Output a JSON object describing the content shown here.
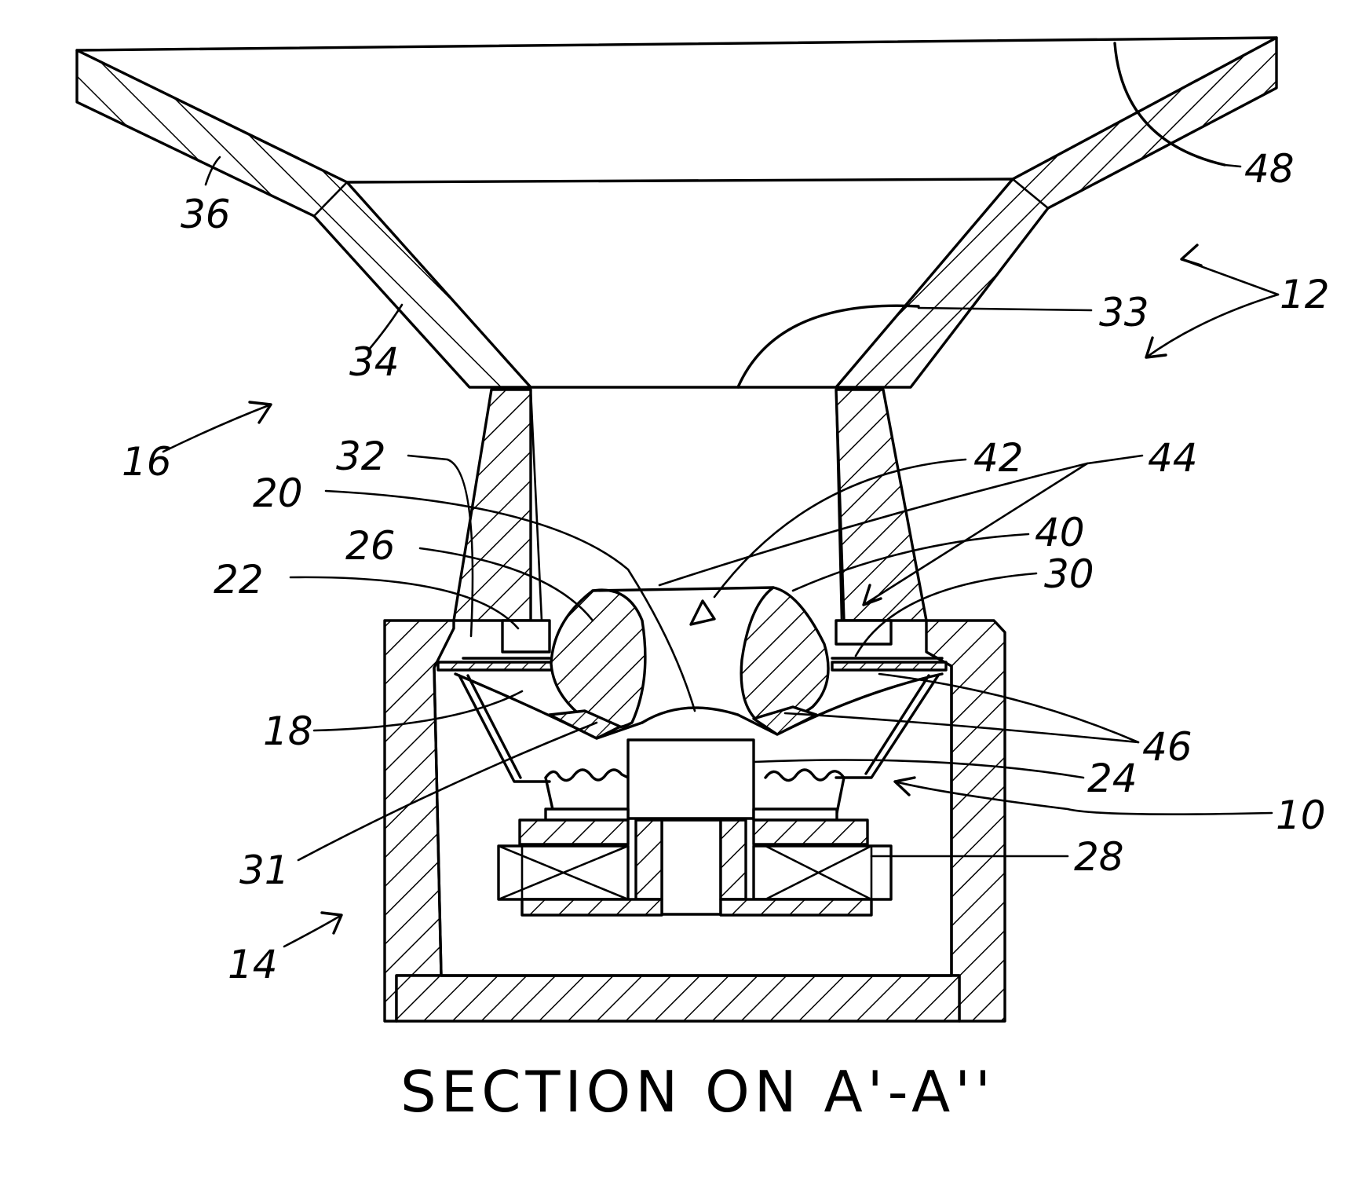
{
  "figure": {
    "caption": "SECTION ON A'-A''",
    "reference_numerals": [
      "10",
      "12",
      "14",
      "16",
      "18",
      "20",
      "22",
      "24",
      "26",
      "28",
      "30",
      "31",
      "32",
      "33",
      "34",
      "36",
      "40",
      "42",
      "44",
      "46",
      "48"
    ]
  }
}
